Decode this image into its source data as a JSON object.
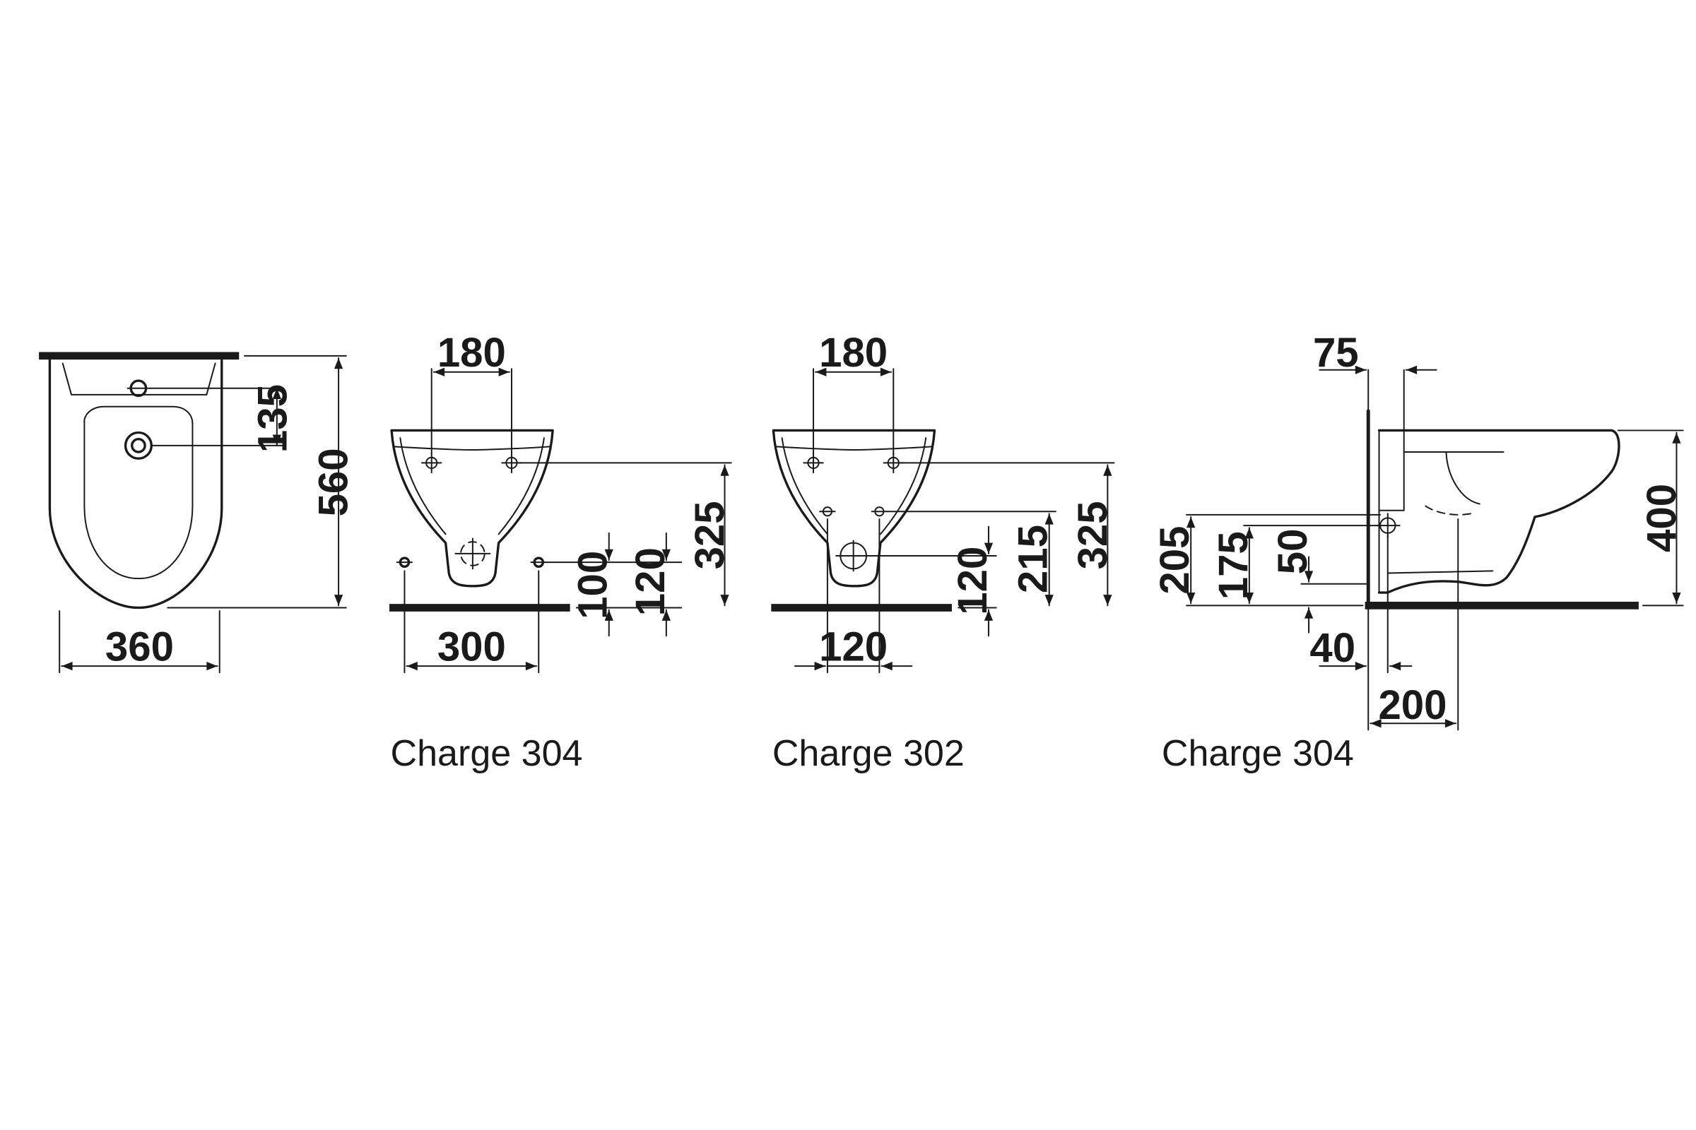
{
  "views": {
    "top": {
      "dims": {
        "overall_length": "560",
        "width": "360",
        "tap_hole_offset": "135"
      }
    },
    "front_304": {
      "dims": {
        "fixing_spacing": "180",
        "fixing_height": "325",
        "floor_bolt_spacing": "300",
        "outlet_height_100": "100",
        "outlet_height_120": "120"
      },
      "caption": "Charge 304"
    },
    "front_302": {
      "dims": {
        "fixing_spacing": "180",
        "fixing_height": "325",
        "side_fixing_height": "215",
        "outlet_height": "120",
        "outlet_spacing": "120"
      },
      "caption": "Charge 302"
    },
    "side": {
      "dims": {
        "wall_offset": "75",
        "height": "400",
        "outlet_205": "205",
        "outlet_175": "175",
        "outlet_50": "50",
        "wall_gap": "40",
        "projection_200": "200"
      },
      "caption": "Charge 304"
    }
  }
}
